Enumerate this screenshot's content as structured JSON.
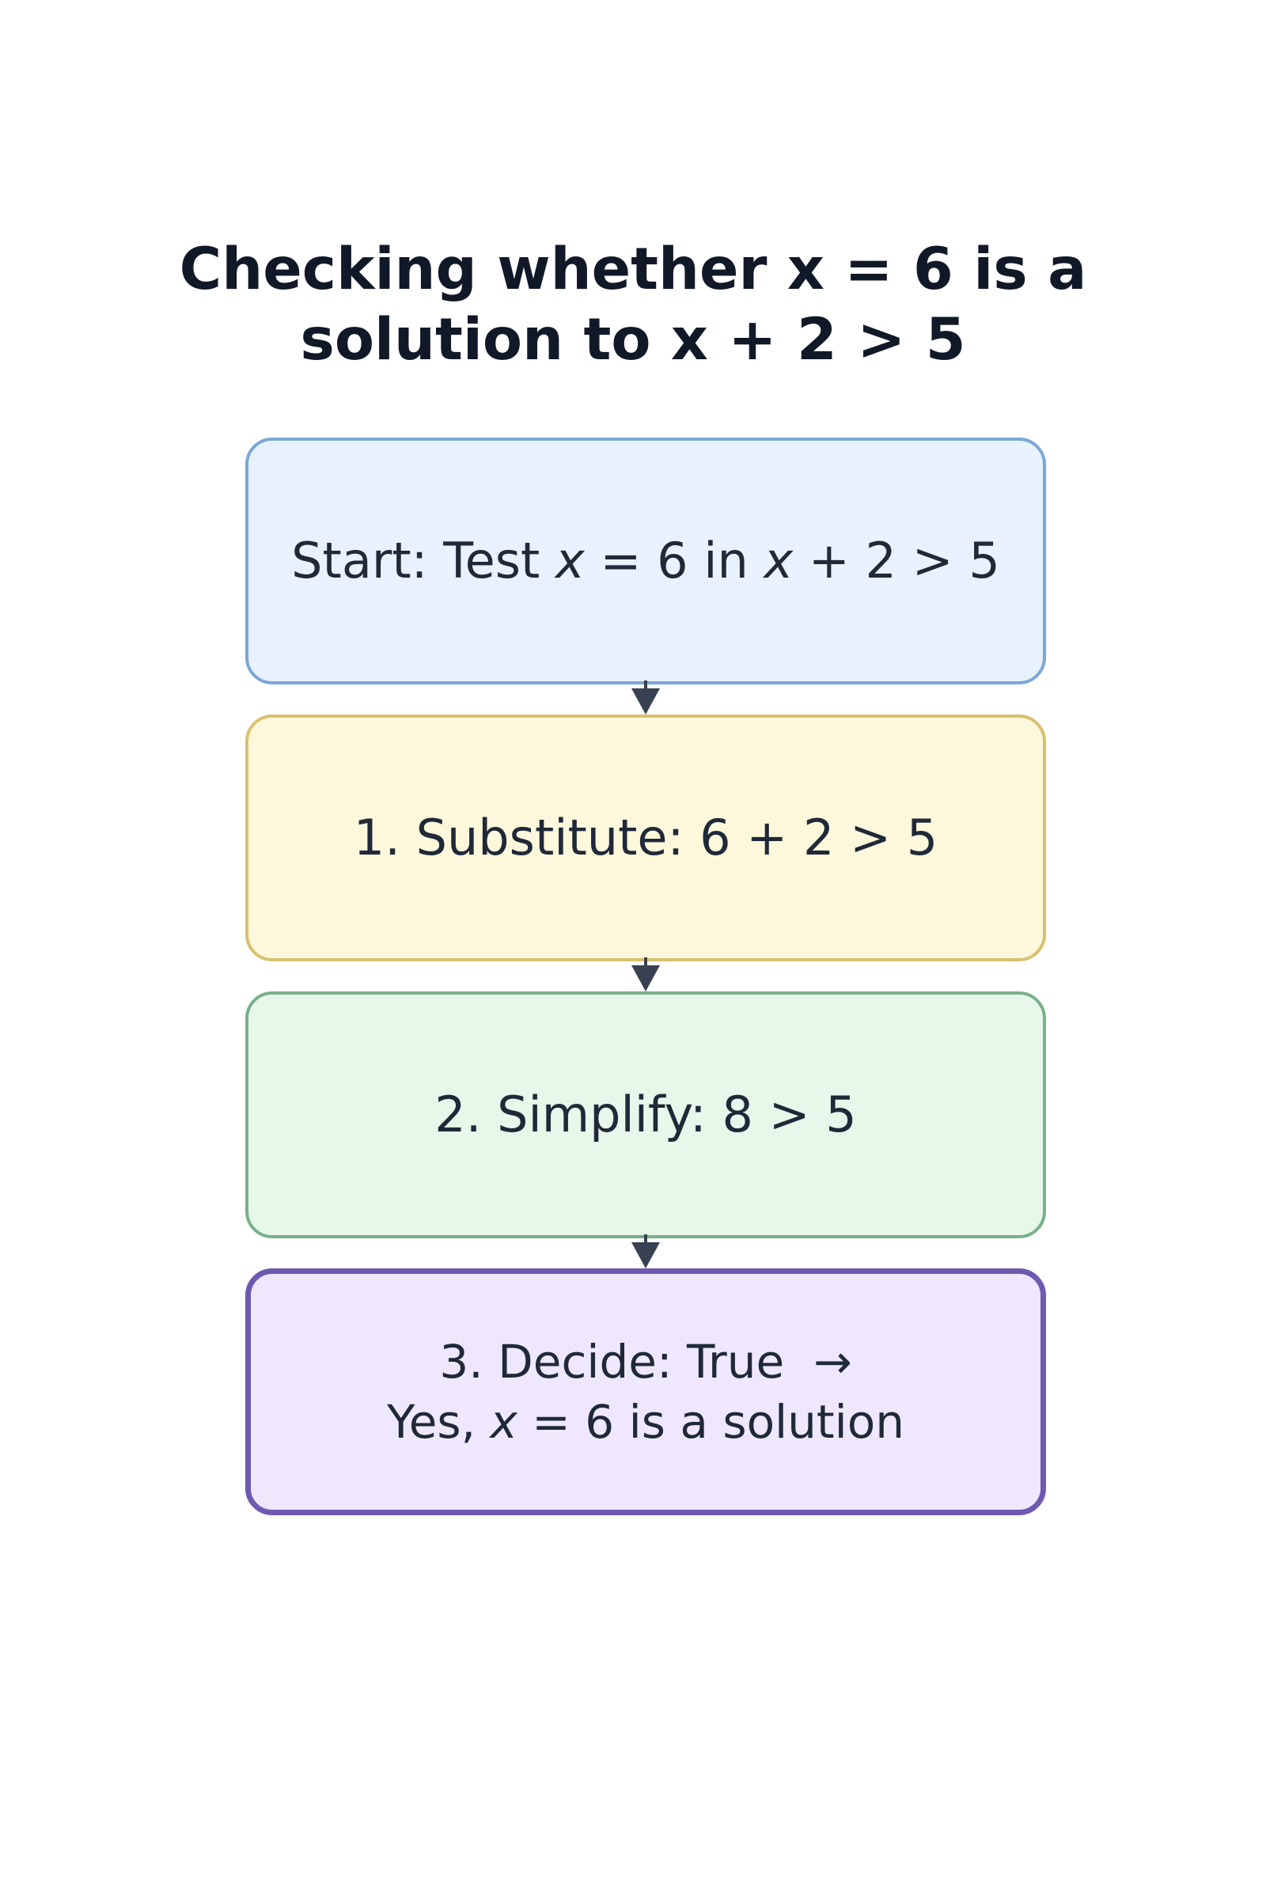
{
  "title": {
    "line1": "Checking whether x = 6 is a",
    "line2": "solution to x + 2 > 5"
  },
  "steps": [
    {
      "prefix": "Start: Test ",
      "m1": "x",
      "mid": " = 6 in ",
      "m2": "x",
      "suffix": " + 2 > 5"
    },
    {
      "text": "1. Substitute: 6 + 2 > 5"
    },
    {
      "text": "2. Simplify: 8 > 5"
    },
    {
      "line1": "3. Decide: True  →",
      "line2_prefix": "Yes, ",
      "line2_m": "x",
      "line2_suffix": " = 6 is a solution"
    }
  ],
  "colors": {
    "start_fill": "#e8f2fc",
    "start_border": "#7ba7d6",
    "substitute_fill": "#fdf8dc",
    "substitute_border": "#d8c06e",
    "simplify_fill": "#e7f7ea",
    "simplify_border": "#79b08a",
    "decide_fill": "#efe8fd",
    "decide_border": "#6f59b0",
    "arrow": "#374151"
  }
}
